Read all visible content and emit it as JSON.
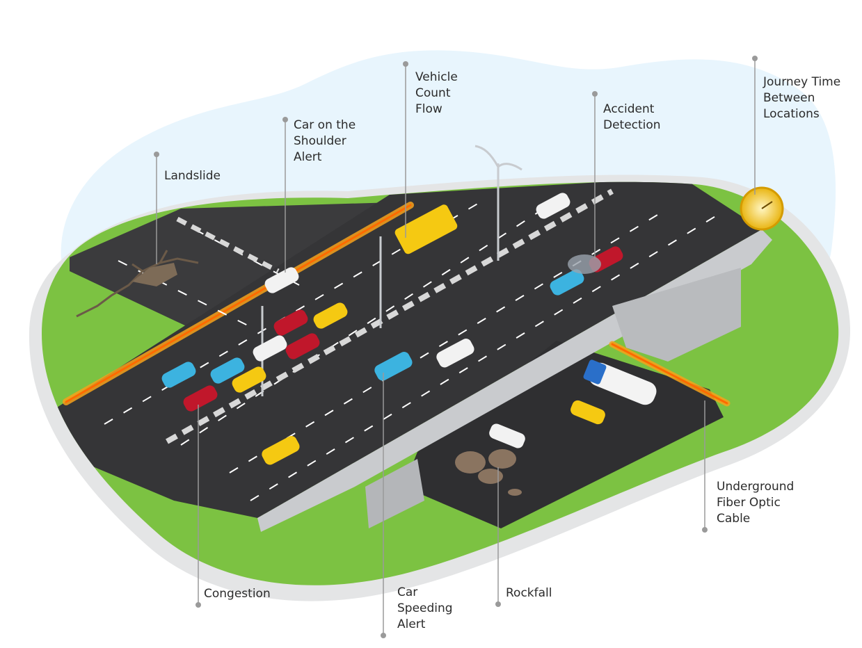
{
  "labels": {
    "landslide": [
      "Landslide"
    ],
    "car_on_shoulder": [
      "Car on the",
      "Shoulder",
      "Alert"
    ],
    "vehicle_count": [
      "Vehicle",
      "Count",
      "Flow"
    ],
    "accident_detection": [
      "Accident",
      "Detection"
    ],
    "journey_time": [
      "Journey Time",
      "Between",
      "Locations"
    ],
    "underground_fiber": [
      "Underground",
      "Fiber Optic",
      "Cable"
    ],
    "congestion": [
      "Congestion"
    ],
    "car_speeding": [
      "Car",
      "Speeding",
      "Alert"
    ],
    "rockfall": [
      "Rockfall"
    ]
  },
  "colors": {
    "sky_blob": "#e8f5fd",
    "rim": "#e4e5e6",
    "grass": "#7cc242",
    "road": "#3b3b3d",
    "fiber_glow": "#f7a21b",
    "callout_line": "#9a9a9a",
    "label_text": "#2b2b2b"
  }
}
